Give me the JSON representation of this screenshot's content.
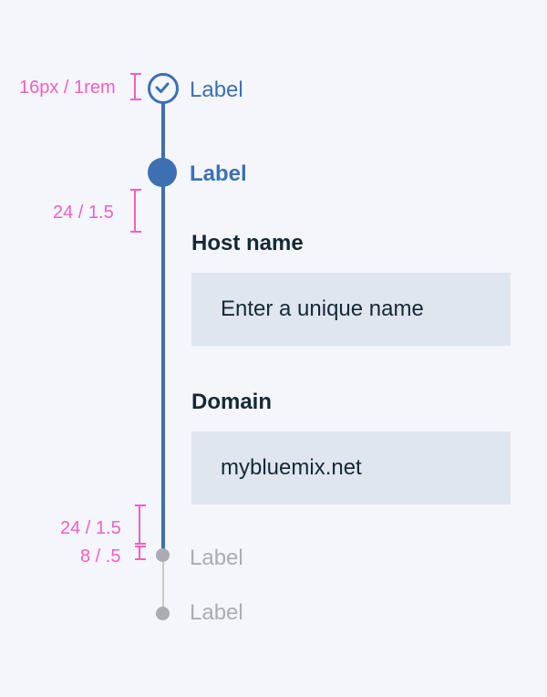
{
  "steps": [
    {
      "label": "Label",
      "state": "complete"
    },
    {
      "label": "Label",
      "state": "current"
    },
    {
      "label": "Label",
      "state": "future"
    },
    {
      "label": "Label",
      "state": "future"
    }
  ],
  "form": {
    "host_name": {
      "label": "Host name",
      "placeholder": "Enter a unique name"
    },
    "domain": {
      "label": "Domain",
      "value": "mybluemix.net"
    }
  },
  "specs": {
    "marker_size": "16px / 1rem",
    "spacing_top": "24 / 1.5",
    "spacing_bottom": "24 / 1.5",
    "spacing_small": "8 / .5"
  },
  "colors": {
    "accent": "#3d70b2",
    "inactive": "#a9adb2",
    "spec": "#f25fc3",
    "input_bg": "#dfe6f0",
    "background": "#f4f6fb"
  },
  "icons": {
    "complete_step": "checkmark-circle-icon",
    "current_step": "filled-circle-icon",
    "future_step": "small-dot-icon"
  }
}
